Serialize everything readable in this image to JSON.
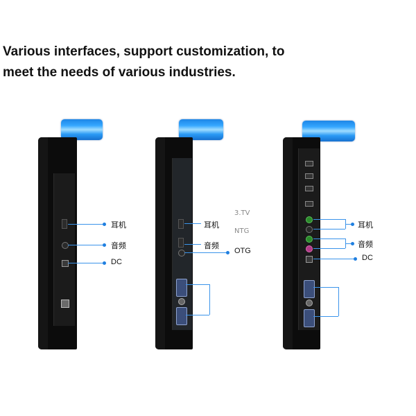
{
  "heading": {
    "line1": "Various interfaces, support customization, to",
    "line2": "meet the needs of various industries."
  },
  "panels": [
    {
      "labels": {
        "io1": "耳机",
        "audio": "音频",
        "dc": "DC"
      }
    },
    {
      "labels": {
        "io1": "耳机",
        "audio": "音频",
        "otg": "OTG",
        "top_faint": "3.TV",
        "mid_faint": "NTG"
      }
    },
    {
      "labels": {
        "io1": "耳机",
        "audio": "音频",
        "dc": "DC"
      }
    }
  ],
  "colors": {
    "accent": "#1f7fe0",
    "tag_blue": "#2a9af5",
    "panel": "#0c0c0c"
  }
}
